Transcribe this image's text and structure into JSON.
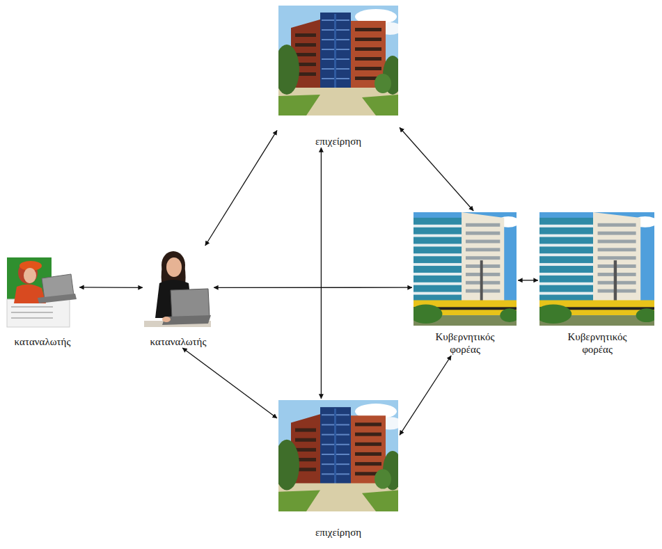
{
  "diagram": {
    "nodes": [
      {
        "text": [
          "επιχείρηση"
        ]
      },
      {
        "text": [
          "καταναλωτής"
        ]
      },
      {
        "text": [
          "καταναλωτής"
        ]
      },
      {
        "text": [
          "Κυβερνητικός φορέας"
        ]
      },
      {
        "text": [
          "Κυβερνητικός φορέας"
        ]
      },
      {
        "text": [
          "επιχείρηση"
        ]
      }
    ],
    "edges": [
      {
        "from": 1,
        "to": 2,
        "arrow": "both"
      },
      {
        "from": 2,
        "to": 0,
        "arrow": "both"
      },
      {
        "from": 0,
        "to": 3,
        "arrow": "both"
      },
      {
        "from": 0,
        "to": 5,
        "arrow": "both"
      },
      {
        "from": 2,
        "to": 3,
        "arrow": "both"
      },
      {
        "from": 3,
        "to": 4,
        "arrow": "both"
      },
      {
        "from": 2,
        "to": 5,
        "arrow": "both"
      },
      {
        "from": 3,
        "to": 5,
        "arrow": "both"
      }
    ]
  }
}
